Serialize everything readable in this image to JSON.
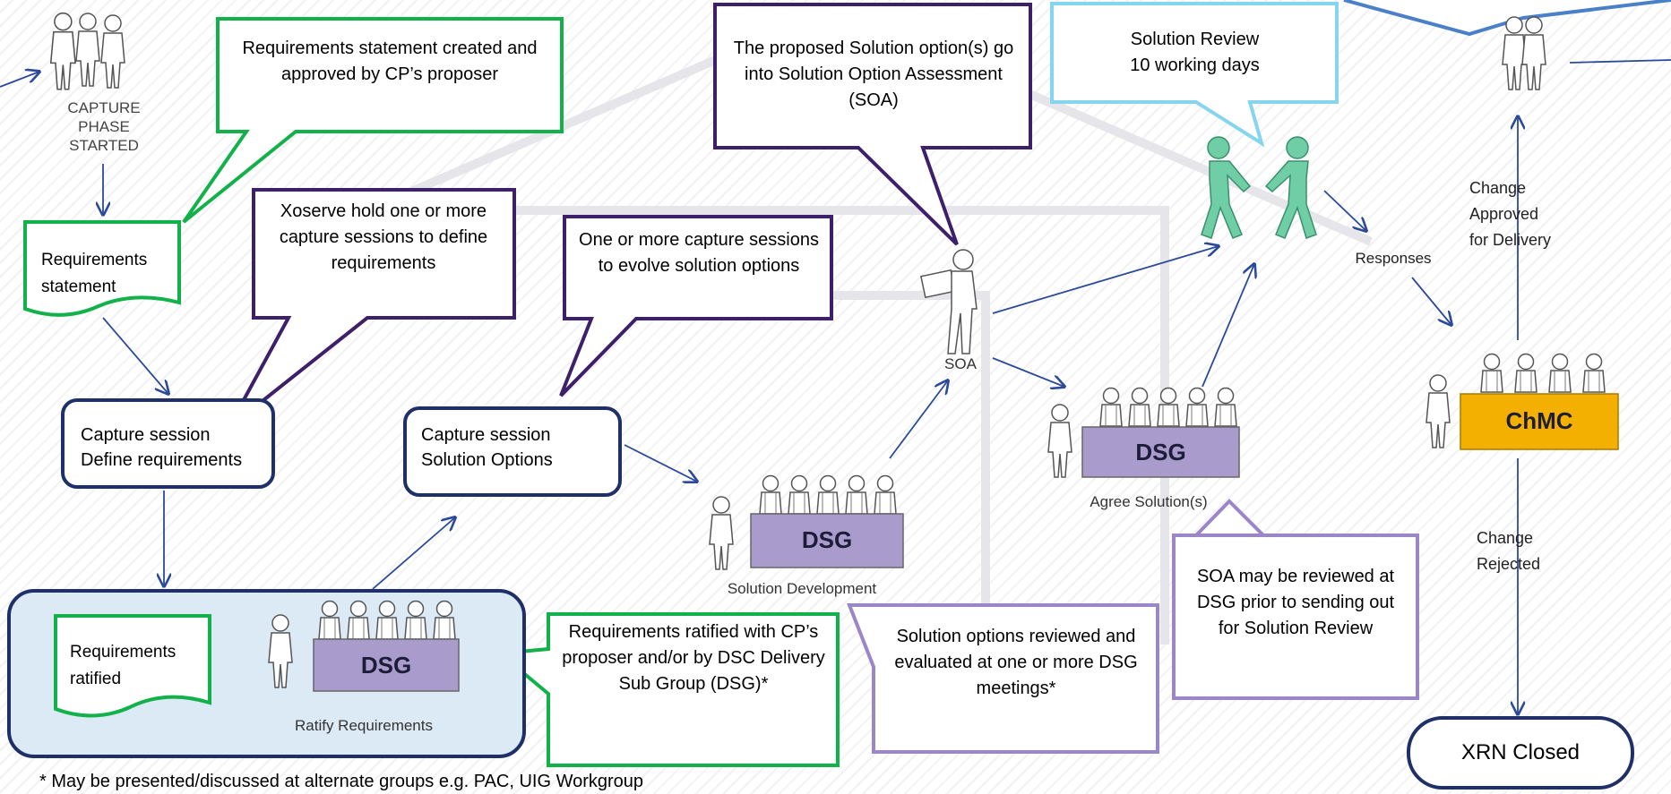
{
  "start_label": "CAPTURE PHASE STARTED",
  "callouts": {
    "req_statement_created": "Requirements statement created and approved by CP’s proposer",
    "xoserve_sessions": "Xoserve hold one or more capture sessions to define requirements",
    "capture_solution_options": "One or more capture sessions to evolve solution options",
    "proposed_solution": "The proposed  Solution option(s) go into Solution Option Assessment (SOA)",
    "solution_review": "Solution Review\n10  working days",
    "req_ratified_with": "Requirements ratified with CP’s proposer and/or by DSC Delivery Sub Group (DSG)*",
    "options_reviewed": "Solution options reviewed and evaluated at one or more DSG meetings*",
    "soa_reviewed": "SOA may be reviewed at DSG prior to sending out for Solution Review"
  },
  "docs": {
    "requirements_statement": "Requirements statement",
    "requirements_ratified": "Requirements ratified"
  },
  "boxes": {
    "capture_define": "Capture session\nDefine requirements",
    "capture_options": "Capture session\nSolution Options",
    "xrn_closed": "XRN Closed"
  },
  "dsg_label": "DSG",
  "chmc_label": "ChMC",
  "captions": {
    "ratify": "Ratify Requirements",
    "solution_development": "Solution Development",
    "agree_solutions": "Agree Solution(s)",
    "soa": "SOA"
  },
  "edge_labels": {
    "responses": "Responses",
    "change_approved": "Change\nApproved\nfor Delivery",
    "change_rejected": "Change\nRejected"
  },
  "footnote": "* May be presented/discussed at alternate groups e.g. PAC, UIG Workgroup",
  "colors": {
    "green": "#12b14a",
    "purple": "#3d1f6a",
    "lilac": "#9b86c8",
    "light_blue": "#85d5ee",
    "navy": "#1f3069",
    "arrow": "#2c4a9a",
    "dsg_fill": "#a99bcb",
    "chmc_fill": "#f4b000",
    "people_green": "#6fcea6"
  }
}
